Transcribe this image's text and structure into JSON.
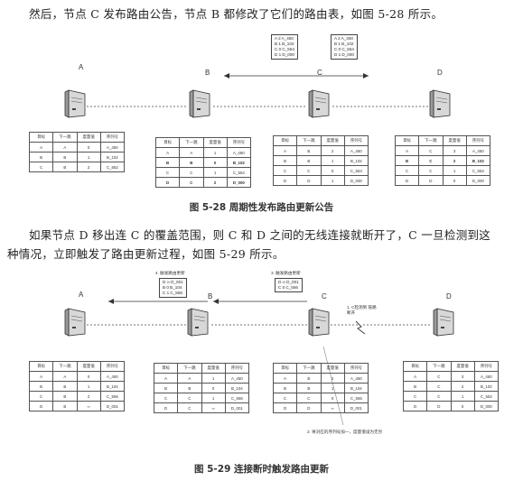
{
  "para1": "然后，节点 C 发布路由公告，节点 B 都修改了它们的路由表，如图 5-28 所示。",
  "para2_line1": "如果节点 D 移出连 C 的覆盖范围，则 C 和 D 之间的无线连接就断开了，C 一旦检测到这",
  "para2_line2": "种情况，立即触发了路由更新过程，如图 5-29 所示。",
  "fig1": {
    "caption": "图 5-28    周期性发布路由更新公告",
    "nodes": [
      "A",
      "B",
      "C",
      "D"
    ],
    "packet_left": [
      "A 2 A_450",
      "B 1 B_102",
      "C 0 C_554",
      "D 1 D_000"
    ],
    "packet_right": [
      "A 2 A_450",
      "B 1 B_102",
      "C 0 C_554",
      "D 1 D_000"
    ],
    "headers": [
      "目标",
      "下一跳",
      "度量值",
      "序列号"
    ],
    "tables": [
      {
        "rows": [
          [
            "A",
            "A",
            "0",
            "A_450"
          ],
          [
            "B",
            "B",
            "1",
            "B_102"
          ],
          [
            "C",
            "B",
            "2",
            "C_552"
          ]
        ],
        "hl": []
      },
      {
        "rows": [
          [
            "A",
            "A",
            "1",
            "A_450"
          ],
          [
            "B",
            "B",
            "0",
            "B_102"
          ],
          [
            "C",
            "C",
            "1",
            "C_554"
          ],
          [
            "D",
            "C",
            "2",
            "D_000"
          ]
        ],
        "hl": [
          1,
          3
        ]
      },
      {
        "rows": [
          [
            "A",
            "B",
            "2",
            "A_450"
          ],
          [
            "B",
            "B",
            "1",
            "B_102"
          ],
          [
            "C",
            "C",
            "0",
            "C_554"
          ],
          [
            "D",
            "D",
            "1",
            "D_000"
          ]
        ],
        "hl": []
      },
      {
        "rows": [
          [
            "A",
            "C",
            "3",
            "A_450"
          ],
          [
            "B",
            "C",
            "2",
            "B_102"
          ],
          [
            "C",
            "C",
            "1",
            "C_554"
          ],
          [
            "D",
            "D",
            "0",
            "D_000"
          ]
        ],
        "hl": [
          1
        ]
      }
    ]
  },
  "fig2": {
    "caption": "图 5-29    连接断时触发路由更新",
    "nodes": [
      "A",
      "B",
      "C",
      "D"
    ],
    "step4_label": "4. 触发路由更新",
    "step3_label": "3. 触发路由更新",
    "step1_label": "1. C检测到 链路断开",
    "step2_note": "2. 将对应的序列号加一，度量值设为无穷",
    "packet_left": [
      "D ∞ D_001",
      "B 0 B_104",
      "C 1 C_556"
    ],
    "packet_right": [
      "D ∞ D_001",
      "C 0 C_556"
    ],
    "headers": [
      "目标",
      "下一跳",
      "度量值",
      "序列号"
    ],
    "tables": [
      {
        "rows": [
          [
            "A",
            "A",
            "0",
            "A_450"
          ],
          [
            "B",
            "B",
            "1",
            "B_104"
          ],
          [
            "C",
            "B",
            "2",
            "C_556"
          ],
          [
            "D",
            "B",
            "∞",
            "D_001"
          ]
        ],
        "hl": []
      },
      {
        "rows": [
          [
            "A",
            "A",
            "1",
            "A_450"
          ],
          [
            "B",
            "B",
            "0",
            "B_104"
          ],
          [
            "C",
            "C",
            "1",
            "C_556"
          ],
          [
            "D",
            "C",
            "∞",
            "D_001"
          ]
        ],
        "hl": []
      },
      {
        "rows": [
          [
            "A",
            "B",
            "2",
            "A_450"
          ],
          [
            "B",
            "B",
            "1",
            "B_104"
          ],
          [
            "C",
            "C",
            "0",
            "C_556"
          ],
          [
            "D",
            "D",
            "∞",
            "D_001"
          ]
        ],
        "hl": []
      },
      {
        "rows": [
          [
            "A",
            "C",
            "3",
            "A_450"
          ],
          [
            "B",
            "C",
            "2",
            "B_102"
          ],
          [
            "C",
            "C",
            "1",
            "C_552"
          ],
          [
            "D",
            "D",
            "0",
            "D_000"
          ]
        ],
        "hl": []
      }
    ]
  }
}
